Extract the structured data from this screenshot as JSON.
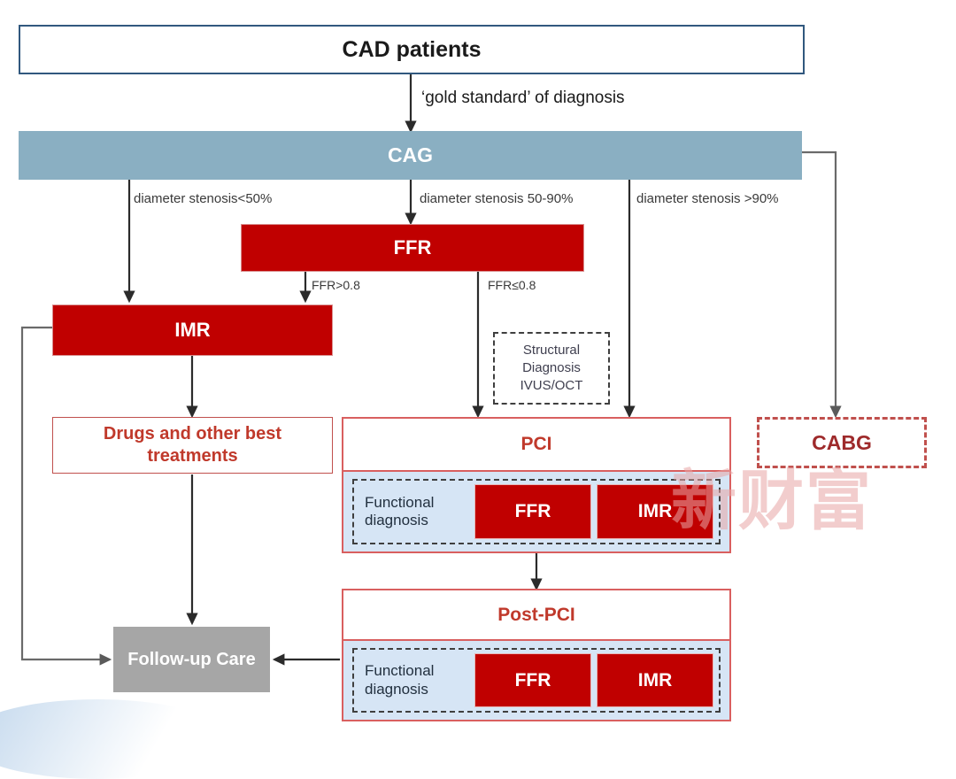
{
  "diagram": {
    "title": "CAD patient diagnostic and treatment pathway",
    "colors": {
      "red": "#c00000",
      "steel_blue": "#8aafc2",
      "card_border_red": "#d95f5f",
      "light_blue_panel": "#d6e5f5",
      "gray": "#a6a6a6",
      "cad_border_blue": "#31587e"
    },
    "nodes": {
      "cad_patients": "CAD patients",
      "cag": "CAG",
      "ffr": "FFR",
      "imr": "IMR",
      "drugs": "Drugs and other best treatments",
      "structural_line1": "Structural",
      "structural_line2": "Diagnosis",
      "structural_line3": "IVUS/OCT",
      "pci": "PCI",
      "cabg": "CABG",
      "post_pci": "Post-PCI",
      "follow_up": "Follow-up Care",
      "functional_diagnosis_line1": "Functional",
      "functional_diagnosis_line2": "diagnosis",
      "chip_ffr": "FFR",
      "chip_imr": "IMR"
    },
    "edge_labels": {
      "gold_standard": "‘gold standard’ of diagnosis",
      "stenosis_lt50": "diameter stenosis<50%",
      "stenosis_50_90": "diameter stenosis 50-90%",
      "stenosis_gt90": "diameter stenosis >90%",
      "ffr_gt": "FFR>0.8",
      "ffr_le": "FFR≤0.8"
    },
    "watermark": "新财富"
  }
}
